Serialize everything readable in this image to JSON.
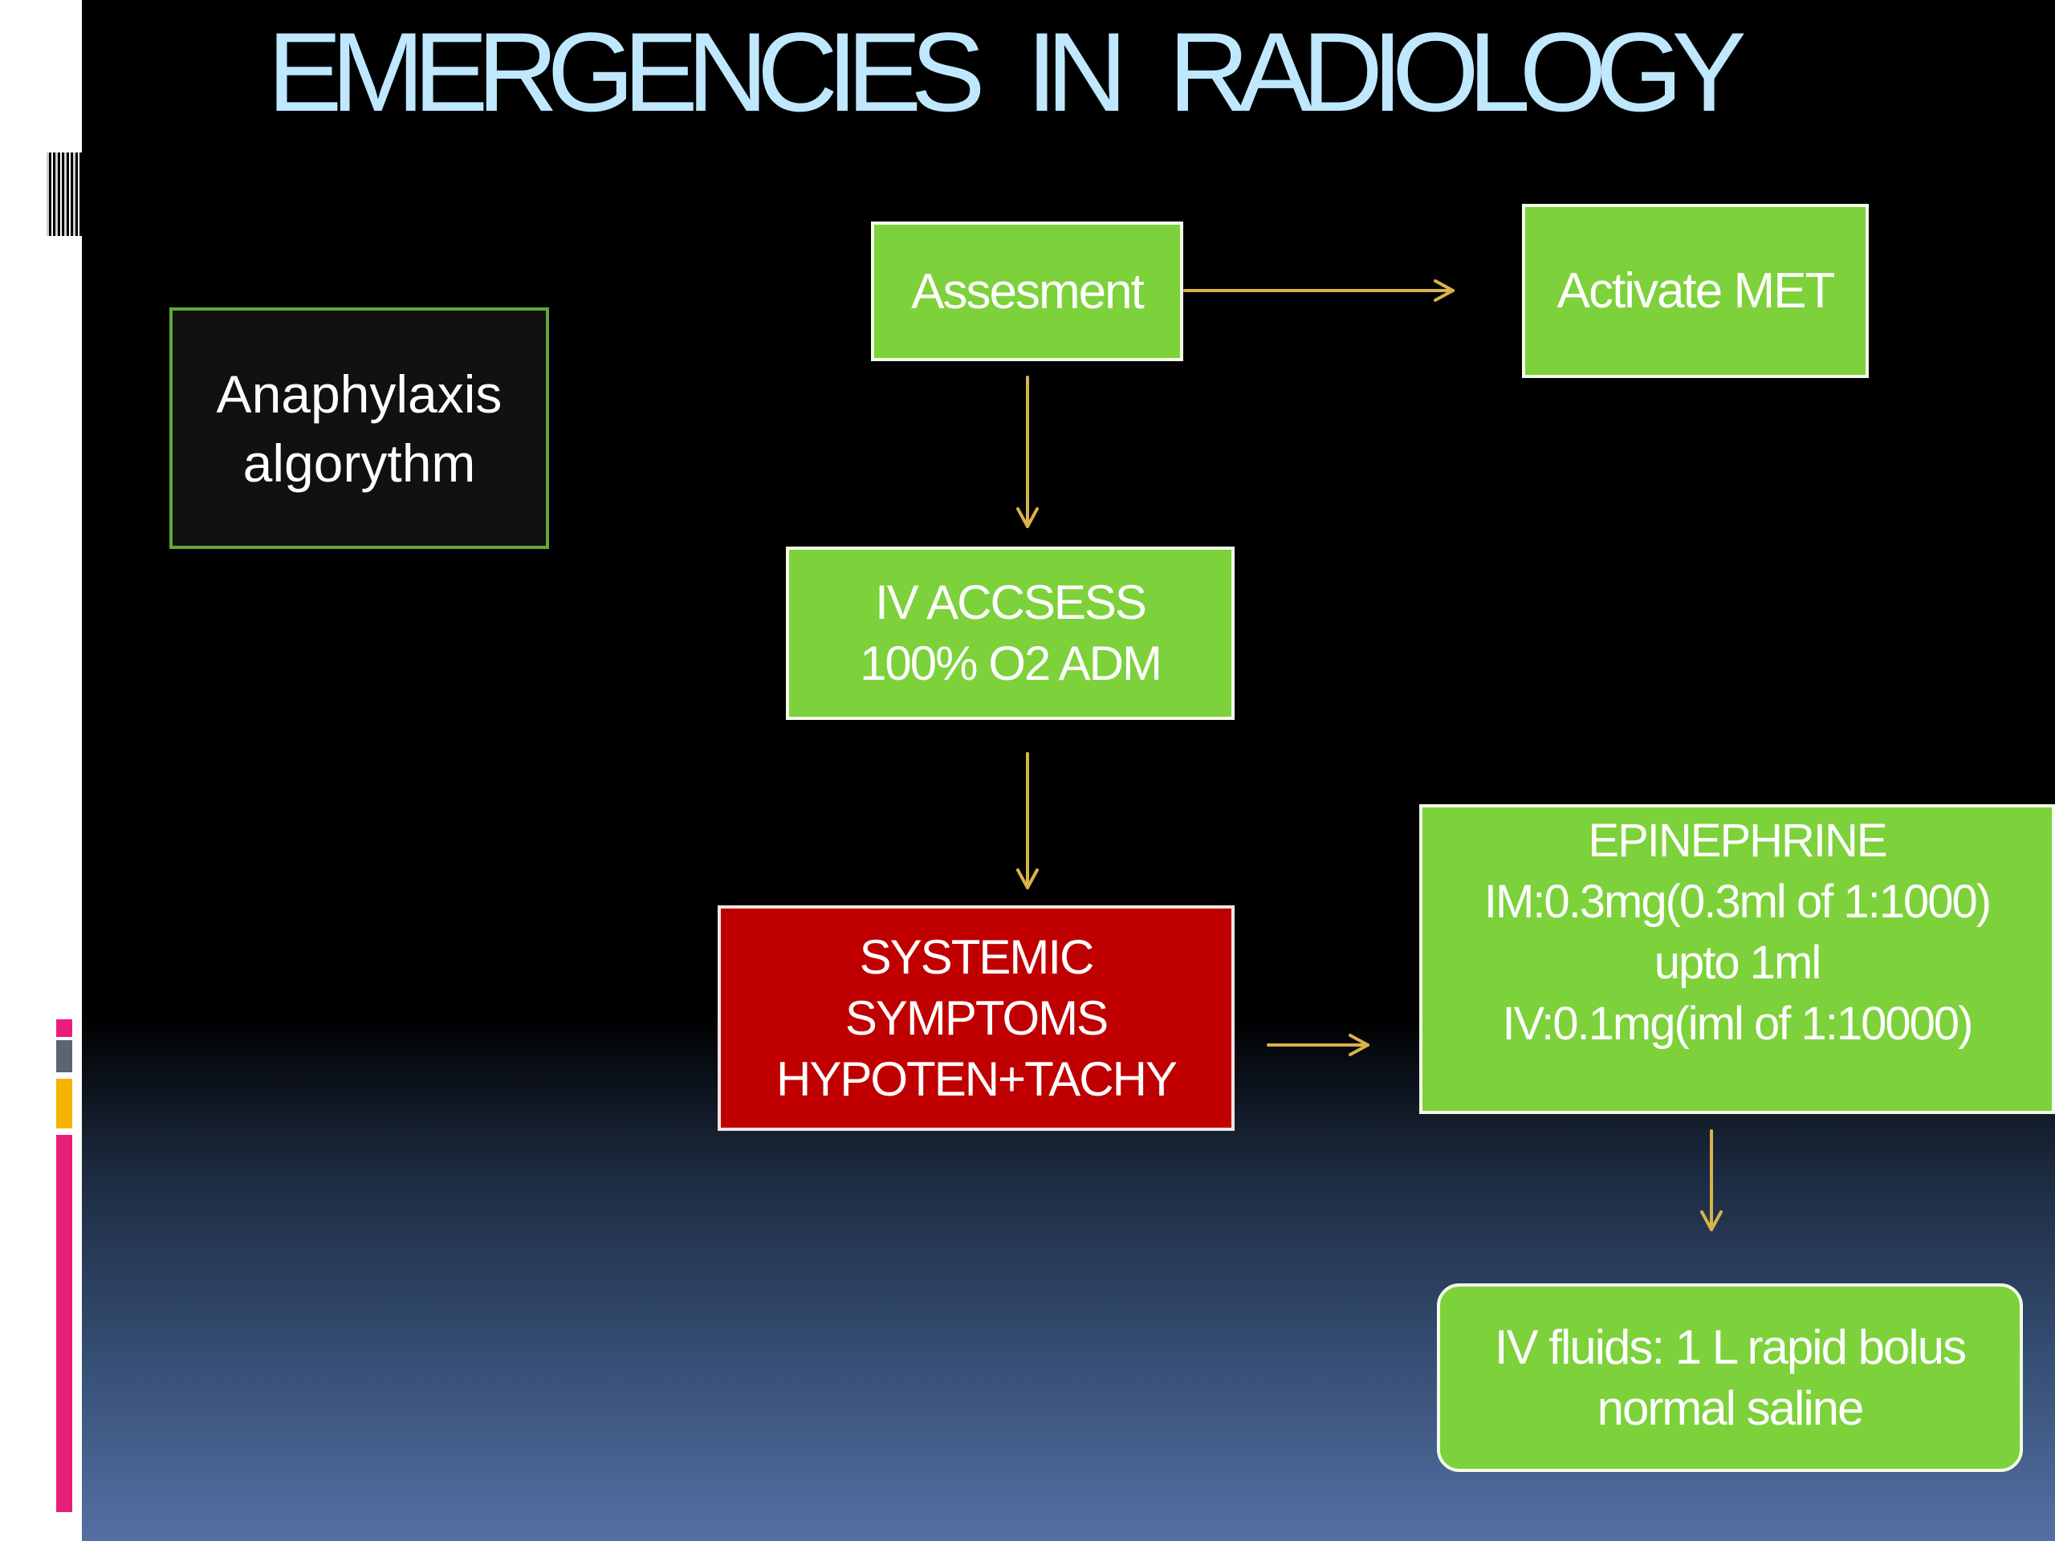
{
  "slide": {
    "title": "EMERGENCIES IN RADIOLOGY"
  },
  "diagram": {
    "label_box": {
      "lines": [
        "Anaphylaxis",
        "algorythm"
      ]
    },
    "assessment": {
      "lines": [
        "Assesment"
      ]
    },
    "activate_met": {
      "lines": [
        "Activate MET"
      ]
    },
    "iv_access": {
      "lines": [
        "IV ACCSESS",
        "100% O2 ADM"
      ]
    },
    "systemic": {
      "lines": [
        "SYSTEMIC",
        "SYMPTOMS",
        "HYPOTEN+TACHY"
      ]
    },
    "epinephrine": {
      "lines": [
        "EPINEPHRINE",
        "IM:0.3mg(0.3ml of 1:1000)",
        "upto 1ml",
        "IV:0.1mg(iml of 1:10000)"
      ]
    },
    "iv_fluids": {
      "lines": [
        "IV fluids: 1 L rapid bolus",
        "normal saline"
      ]
    }
  },
  "colors": {
    "title": "#bfe8ff",
    "box_green": "#7dd13b",
    "box_red": "#c00000",
    "arrow": "#d9b24a",
    "stripe_pink": "#e91e78",
    "stripe_orange": "#f6b400",
    "stripe_gray": "#5b6470"
  }
}
